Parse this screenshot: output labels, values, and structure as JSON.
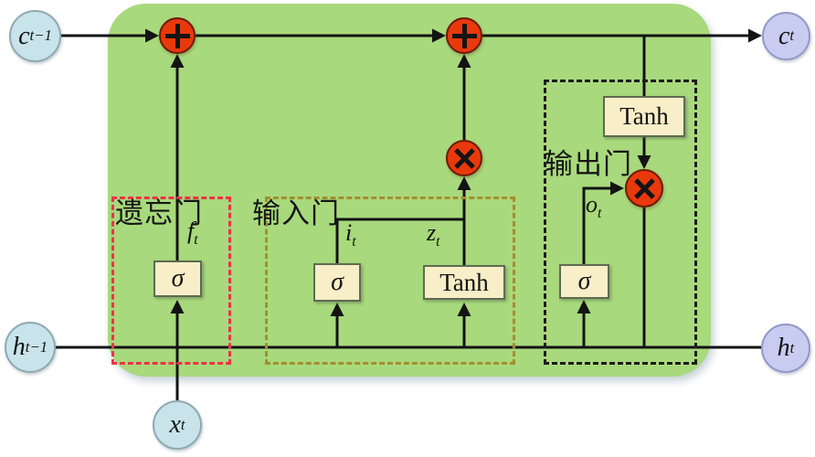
{
  "gates": {
    "forget": {
      "label": "遗忘门",
      "activation": "σ",
      "signal": {
        "base": "f",
        "sub": "t"
      }
    },
    "input": {
      "label": "输入门",
      "sigma": "σ",
      "tanh": "Tanh",
      "signal_i": {
        "base": "i",
        "sub": "t"
      },
      "signal_z": {
        "base": "z",
        "sub": "t"
      }
    },
    "output": {
      "label": "输出门",
      "sigma": "σ",
      "tanh": "Tanh",
      "signal_o": {
        "base": "o",
        "sub": "t"
      }
    }
  },
  "nodes": {
    "c_prev": {
      "base": "c",
      "sub": "t−1"
    },
    "h_prev": {
      "base": "h",
      "sub": "t−1"
    },
    "x_in": {
      "base": "x",
      "sub": "t"
    },
    "c_out": {
      "base": "c",
      "sub": "t"
    },
    "h_out": {
      "base": "h",
      "sub": "t"
    }
  },
  "operators": {
    "add": "+",
    "multiply": "×"
  },
  "colors": {
    "panel_green": "#A8D97C",
    "operator_red": "#E8390D",
    "activation_box_cream": "#F8EEC7",
    "forget_gate_dash": "#EE3247",
    "input_gate_dash": "#A38E2E",
    "output_gate_dash": "#1C1C1C",
    "input_node_blue": "#C8E4EA",
    "output_node_lavender": "#C9CCF1",
    "wire": "#131313"
  }
}
